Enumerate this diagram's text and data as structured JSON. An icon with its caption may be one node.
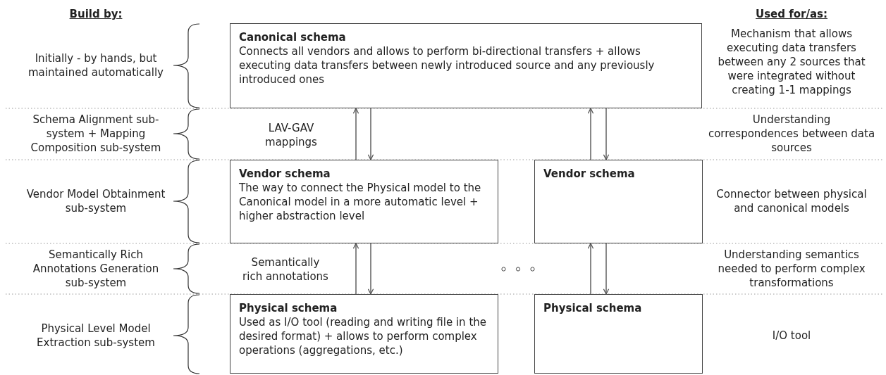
{
  "diagram": {
    "nodes": [
      {
        "text": [
          "Canonical schema",
          "Connects all vendors and allows to perform bi-directional transfers + allows executing data transfers between newly introduced source and any previously introduced ones"
        ]
      },
      {
        "text": [
          "Vendor schema",
          "The way to connect the Physical model to the Canonical model in a more automatic level + higher abstraction level"
        ]
      },
      {
        "text": [
          "Vendor schema"
        ]
      },
      {
        "text": [
          "Physical schema",
          "Used as I/O tool (reading and writing file in the desired format) + allows to perform complex operations (aggregations, etc.)"
        ]
      },
      {
        "text": [
          "Physical schema"
        ]
      }
    ],
    "edges": [
      {
        "from": 1,
        "to": 0,
        "arrow": "to"
      },
      {
        "from": 0,
        "to": 1,
        "arrow": "to"
      },
      {
        "from": 2,
        "to": 0,
        "arrow": "to"
      },
      {
        "from": 0,
        "to": 2,
        "arrow": "to"
      },
      {
        "from": 3,
        "to": 1,
        "arrow": "to"
      },
      {
        "from": 1,
        "to": 3,
        "arrow": "to"
      },
      {
        "from": 4,
        "to": 2,
        "arrow": "to"
      },
      {
        "from": 2,
        "to": 4,
        "arrow": "to"
      }
    ],
    "labels": [
      "Build by:",
      "Used for/as:",
      "Initially - by hands, but maintained automatically",
      "Mechanism that allows executing data transfers between any 2 sources that were integrated without creating 1-1 mappings",
      "Schema Alignment sub-system + Mapping Composition sub-system",
      "LAV-GAV mappings",
      "Understanding correspondences between data sources",
      "Vendor Model Obtainment sub-system",
      "Connector between physical and canonical models",
      "Semantically Rich Annotations Generation sub-system",
      "Semantically rich annotations",
      "Understanding semantics needed to perform complex transformations",
      "Physical Level Model Extraction sub-system",
      "I/O tool"
    ]
  }
}
